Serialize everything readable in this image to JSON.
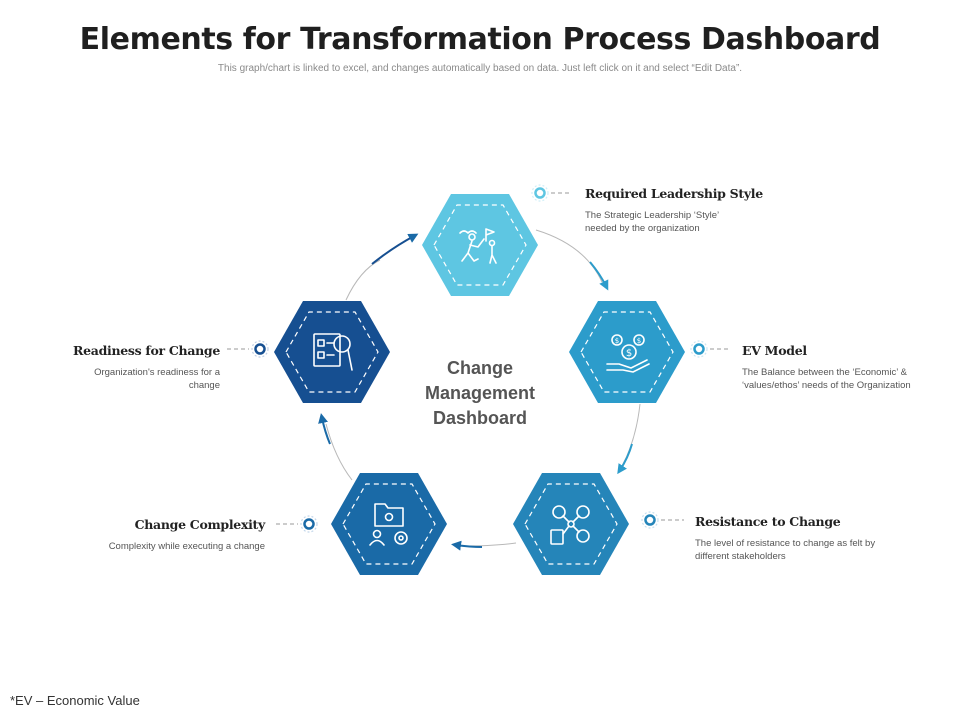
{
  "header": {
    "title": "Elements for Transformation Process Dashboard",
    "subtitle": "This graph/chart is linked to excel, and changes automatically based on data. Just left click on it and select “Edit Data”."
  },
  "center": {
    "line1": "Change",
    "line2": "Management",
    "line3": "Dashboard"
  },
  "elements": [
    {
      "title": "Required Leadership Style",
      "desc": "The Strategic Leadership ‘Style’ needed by the organization",
      "icon": "leadership-climb-icon",
      "color": "#5ec6e2"
    },
    {
      "title": "EV Model",
      "desc": "The Balance between the ‘Economic’ & ‘values/ethos’ needs of the Organization",
      "icon": "money-hand-icon",
      "color": "#2c9ccb"
    },
    {
      "title": "Resistance to Change",
      "desc": "The level of resistance to change as felt by different stakeholders",
      "icon": "stakeholder-network-icon",
      "color": "#2585b9"
    },
    {
      "title": "Change Complexity",
      "desc": "Complexity  while executing a change",
      "icon": "folder-person-gear-icon",
      "color": "#1a6aa7"
    },
    {
      "title": "Readiness for Change",
      "desc": "Organization's readiness for a change",
      "icon": "checklist-magnifier-icon",
      "color": "#164f91"
    }
  ],
  "footnote": "*EV – Economic Value"
}
